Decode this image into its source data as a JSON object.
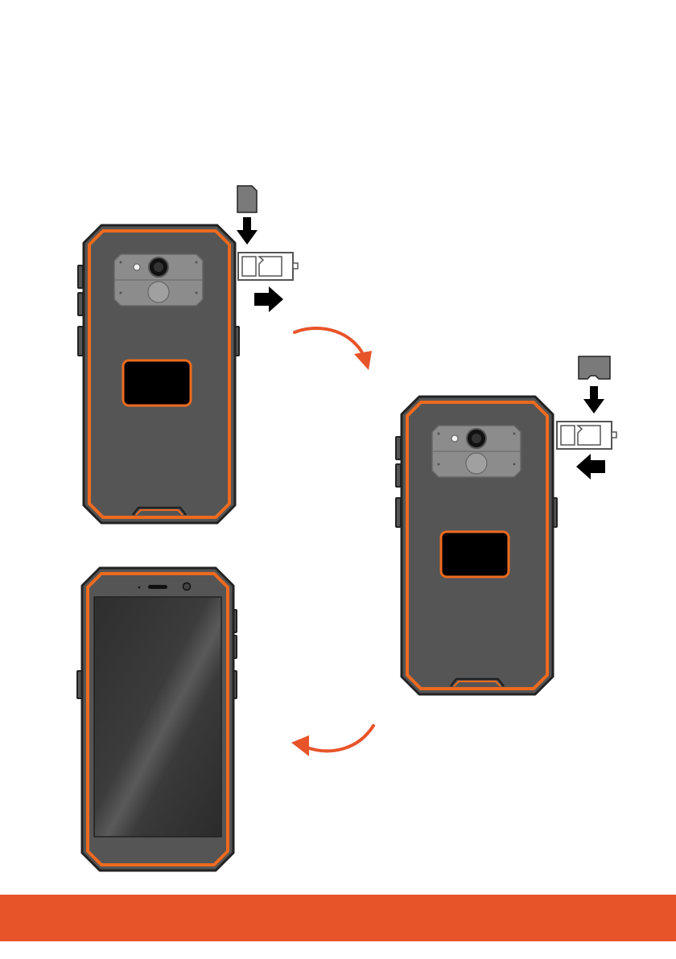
{
  "colors": {
    "accent": "#e8542a",
    "phone_body": "#555555",
    "phone_outline": "#222222",
    "bumper": "#ee6a1f",
    "camera_plate": "#8c8c8c",
    "sim_card": "#7a7a7a",
    "screen": "#3a3a3a",
    "arrow": "#000000",
    "footer": "#e8542a"
  },
  "steps": [
    {
      "id": "step-1",
      "view": "back",
      "card": "nano-sim-card",
      "tray_action": "pull-out",
      "direction": "right"
    },
    {
      "id": "step-2",
      "view": "back",
      "card": "micro-sd-card",
      "tray_action": "push-in",
      "direction": "left"
    },
    {
      "id": "step-3",
      "view": "front"
    }
  ],
  "flow_arrows": [
    "step-1-to-step-2",
    "step-2-to-step-3"
  ],
  "icons": [
    "phone-back",
    "phone-front",
    "sim-card-icon",
    "sd-card-icon",
    "sim-tray",
    "down-arrow-icon",
    "right-arrow-icon",
    "left-arrow-icon",
    "curved-arrow-icon"
  ]
}
